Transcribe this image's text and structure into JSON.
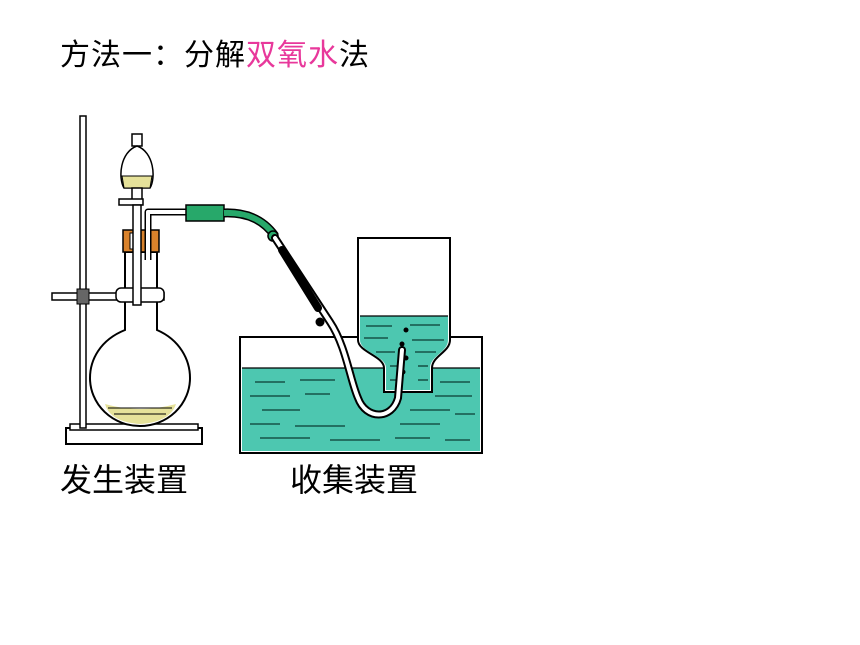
{
  "title": {
    "prefix": "方法一：分解",
    "highlight": "双氧水",
    "suffix": "法",
    "highlight_color": "#e8389b"
  },
  "labels": {
    "generator": "发生装置",
    "collector": "收集装置"
  },
  "colors": {
    "water": "#4dc7b0",
    "tube_green": "#27a86a",
    "stopper": "#d9822b",
    "liquid_yellow": "#e6e29a"
  }
}
